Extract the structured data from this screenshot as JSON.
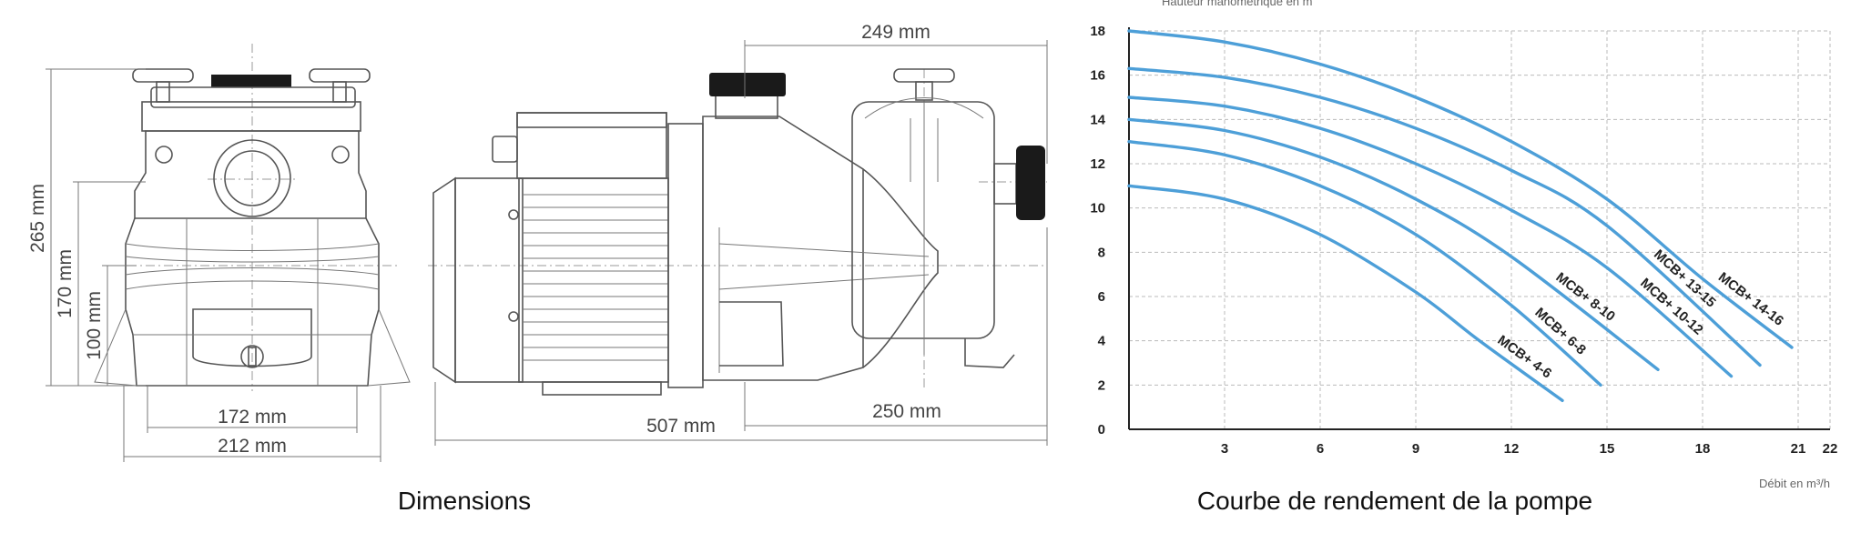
{
  "dimensions": {
    "front_view": {
      "height_total": "265 mm",
      "height_mid": "170 mm",
      "height_low": "100 mm",
      "width_inner": "172 mm",
      "width_outer": "212 mm"
    },
    "side_view": {
      "length_top": "249 mm",
      "length_total": "507 mm",
      "length_pump": "250 mm"
    },
    "caption": "Dimensions"
  },
  "chart": {
    "caption": "Courbe de rendement de la pompe",
    "y_title": "Hauteur manométrique en m",
    "x_title": "Débit en m³/h"
  },
  "chart_data": {
    "type": "line",
    "title": "Courbe de rendement de la pompe",
    "xlabel": "Débit en m³/h",
    "ylabel": "Hauteur manométrique en m",
    "xlim": [
      0,
      22
    ],
    "ylim": [
      0,
      18
    ],
    "x_ticks": [
      3,
      6,
      9,
      12,
      15,
      18,
      21,
      22
    ],
    "y_ticks": [
      0,
      2,
      4,
      6,
      8,
      10,
      12,
      14,
      16,
      18
    ],
    "grid": true,
    "series": [
      {
        "name": "MCB+ 4-6",
        "x": [
          0,
          3,
          6,
          9,
          11,
          13.6
        ],
        "y": [
          11,
          10.4,
          8.8,
          6.2,
          4.0,
          1.3
        ]
      },
      {
        "name": "MCB+ 6-8",
        "x": [
          0,
          3,
          6,
          9,
          12,
          14.8
        ],
        "y": [
          13,
          12.4,
          11,
          8.8,
          5.6,
          2.0
        ]
      },
      {
        "name": "MCB+ 8-10",
        "x": [
          0,
          3,
          6,
          9,
          12,
          16.6
        ],
        "y": [
          14,
          13.5,
          12.3,
          10.4,
          7.8,
          2.7
        ]
      },
      {
        "name": "MCB+ 10-12",
        "x": [
          0,
          3,
          6,
          9,
          12,
          15,
          18.9
        ],
        "y": [
          15,
          14.6,
          13.6,
          12,
          9.9,
          7.3,
          2.4
        ]
      },
      {
        "name": "MCB+ 13-15",
        "x": [
          0,
          3,
          6,
          9,
          12,
          15,
          19.8
        ],
        "y": [
          16.3,
          15.9,
          15,
          13.6,
          11.7,
          9.2,
          2.9
        ]
      },
      {
        "name": "MCB+ 14-16",
        "x": [
          0,
          3,
          6,
          9,
          12,
          15,
          18,
          20.8
        ],
        "y": [
          18,
          17.5,
          16.5,
          15,
          13,
          10.4,
          6.8,
          3.7
        ]
      }
    ]
  }
}
